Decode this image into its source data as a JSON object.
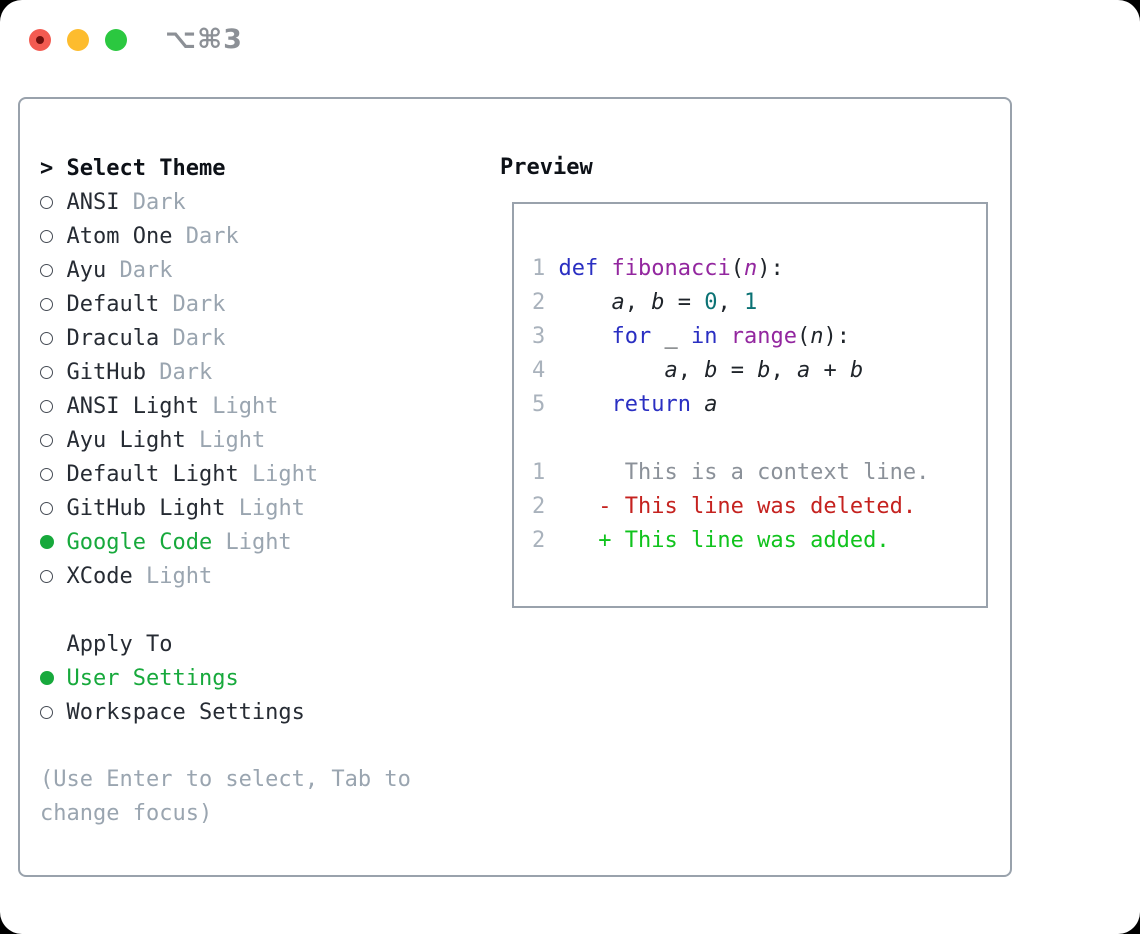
{
  "titlebar": {
    "title": "⌥⌘3"
  },
  "panel": {
    "theme_list": {
      "cursor": ">",
      "header": "Select Theme",
      "items": [
        {
          "name": "ANSI",
          "variant": "Dark",
          "selected": false
        },
        {
          "name": "Atom One",
          "variant": "Dark",
          "selected": false
        },
        {
          "name": "Ayu",
          "variant": "Dark",
          "selected": false
        },
        {
          "name": "Default",
          "variant": "Dark",
          "selected": false
        },
        {
          "name": "Dracula",
          "variant": "Dark",
          "selected": false
        },
        {
          "name": "GitHub",
          "variant": "Dark",
          "selected": false
        },
        {
          "name": "ANSI Light",
          "variant": "Light",
          "selected": false
        },
        {
          "name": "Ayu Light",
          "variant": "Light",
          "selected": false
        },
        {
          "name": "Default Light",
          "variant": "Light",
          "selected": false
        },
        {
          "name": "GitHub Light",
          "variant": "Light",
          "selected": false
        },
        {
          "name": "Google Code",
          "variant": "Light",
          "selected": true
        },
        {
          "name": "XCode",
          "variant": "Light",
          "selected": false
        }
      ]
    },
    "apply_to": {
      "header": "Apply To",
      "options": [
        {
          "label": "User Settings",
          "selected": true
        },
        {
          "label": "Workspace Settings",
          "selected": false
        }
      ]
    },
    "hint_lines": [
      "(Use Enter to select, Tab to",
      "change focus)"
    ],
    "preview": {
      "header": "Preview",
      "lines": [
        {
          "num": "1",
          "tokens": [
            [
              "pl",
              " "
            ],
            [
              "kw",
              "def"
            ],
            [
              "pl",
              " "
            ],
            [
              "fn",
              "fibonacci"
            ],
            [
              "pl",
              "("
            ],
            [
              "param",
              "n"
            ],
            [
              "pl",
              "):"
            ]
          ]
        },
        {
          "num": "2",
          "tokens": [
            [
              "pl",
              "     "
            ],
            [
              "var",
              "a"
            ],
            [
              "pl",
              ", "
            ],
            [
              "var",
              "b"
            ],
            [
              "pl",
              " = "
            ],
            [
              "num",
              "0"
            ],
            [
              "pl",
              ", "
            ],
            [
              "num",
              "1"
            ]
          ]
        },
        {
          "num": "3",
          "tokens": [
            [
              "pl",
              "     "
            ],
            [
              "kw",
              "for"
            ],
            [
              "pl",
              " _ "
            ],
            [
              "kw",
              "in"
            ],
            [
              "pl",
              " "
            ],
            [
              "fn",
              "range"
            ],
            [
              "pl",
              "("
            ],
            [
              "var",
              "n"
            ],
            [
              "pl",
              "):"
            ]
          ]
        },
        {
          "num": "4",
          "tokens": [
            [
              "pl",
              "         "
            ],
            [
              "var",
              "a"
            ],
            [
              "pl",
              ", "
            ],
            [
              "var",
              "b"
            ],
            [
              "pl",
              " = "
            ],
            [
              "var",
              "b"
            ],
            [
              "pl",
              ", "
            ],
            [
              "var",
              "a"
            ],
            [
              "pl",
              " + "
            ],
            [
              "var",
              "b"
            ]
          ]
        },
        {
          "num": "5",
          "tokens": [
            [
              "pl",
              "     "
            ],
            [
              "kw",
              "return"
            ],
            [
              "pl",
              " "
            ],
            [
              "var",
              "a"
            ]
          ]
        },
        {
          "num": "",
          "tokens": []
        },
        {
          "num": "1",
          "tokens": [
            [
              "ctx",
              "      This is a context line."
            ]
          ]
        },
        {
          "num": "2",
          "tokens": [
            [
              "del",
              "    - This line was deleted."
            ]
          ]
        },
        {
          "num": "2",
          "tokens": [
            [
              "add",
              "    + This line was added."
            ]
          ]
        }
      ]
    }
  },
  "colors": {
    "window_bg": "#ffffff",
    "border_gray": "#99a2ac",
    "text_primary": "#262b33",
    "text_muted": "#9aa5b0",
    "selection_green": "#17a93c",
    "traffic_red": "#f35b51",
    "traffic_yellow": "#fdbc2e",
    "traffic_green": "#2bc840",
    "syntax_keyword_blue": "#2a2fc2",
    "syntax_function_purple": "#93279f",
    "syntax_number_teal": "#0b7274",
    "diff_deleted_red": "#c5221f",
    "diff_added_green": "#10c31d",
    "line_number_gray": "#a9b2bc"
  }
}
